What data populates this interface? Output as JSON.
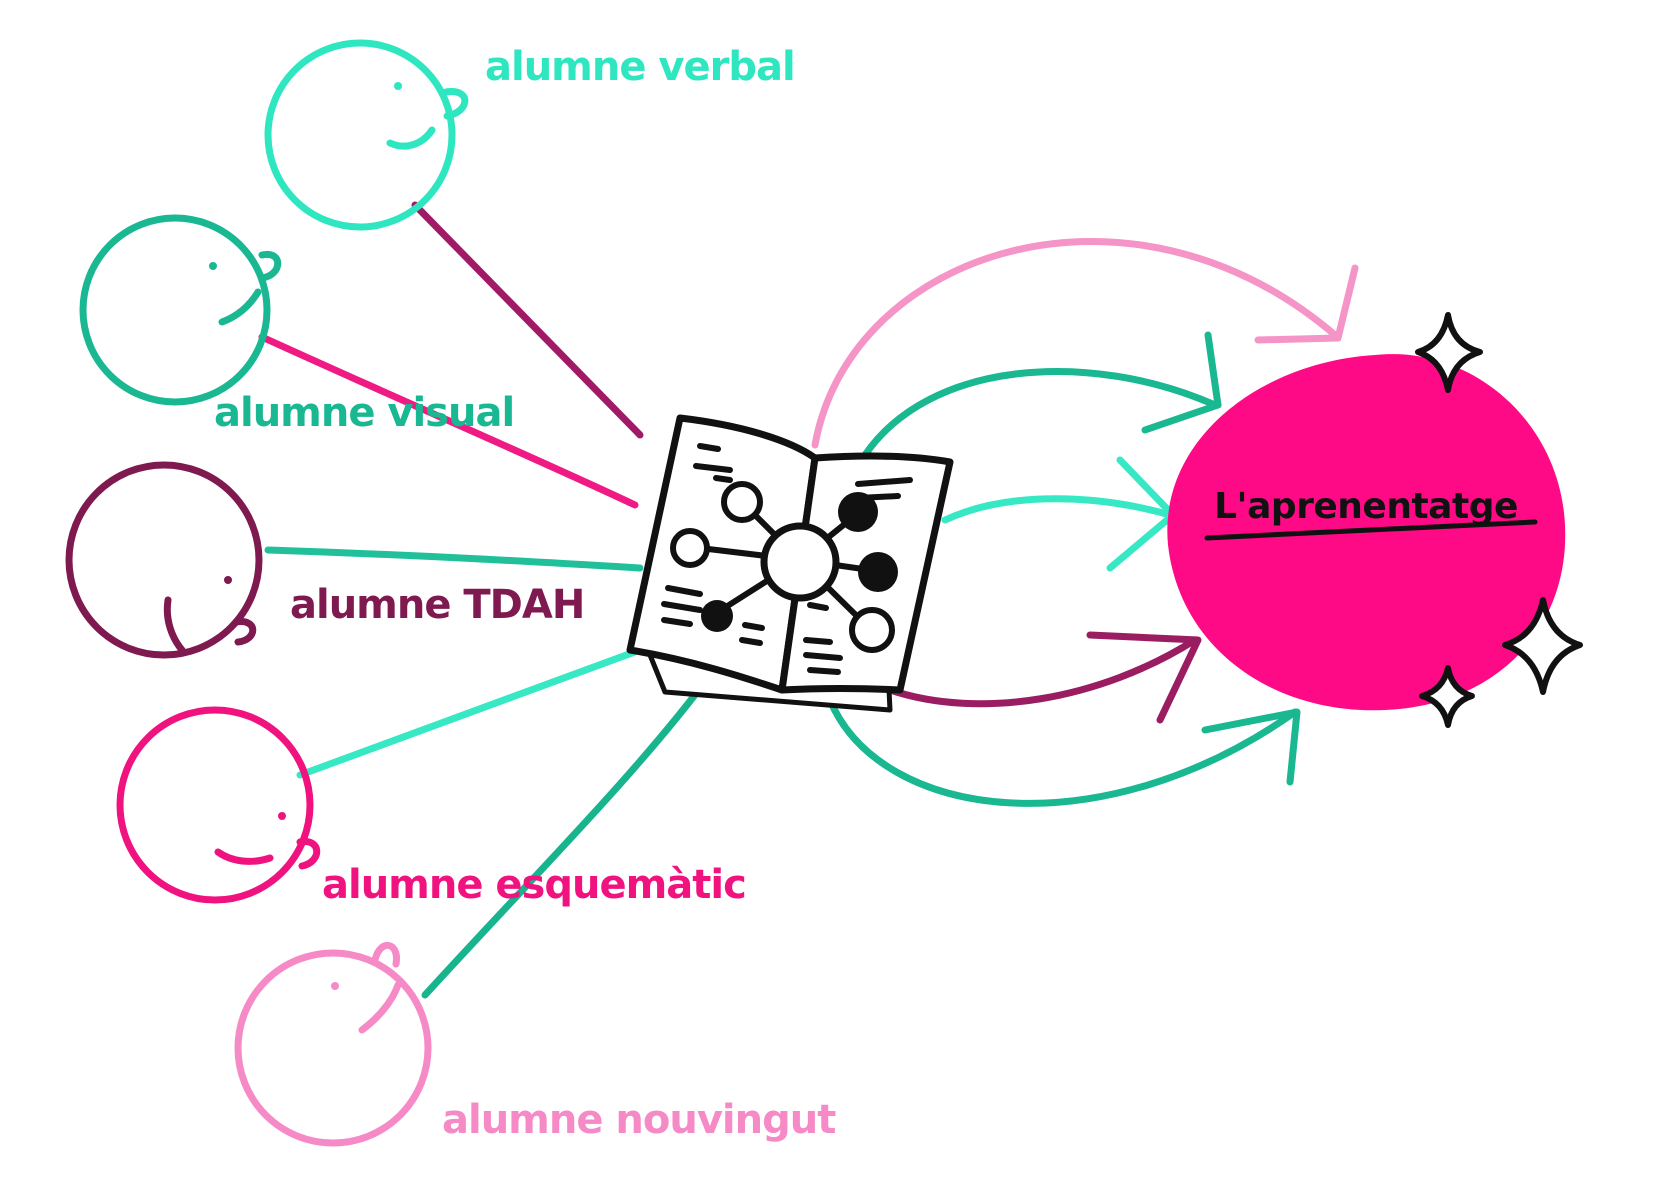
{
  "students": [
    {
      "id": "verbal",
      "label": "alumne verbal",
      "color": "#2ee6c0"
    },
    {
      "id": "visual",
      "label": "alumne visual",
      "color": "#1ab892"
    },
    {
      "id": "tdah",
      "label": "alumne TDAH",
      "color": "#7e1a4f"
    },
    {
      "id": "esquematic",
      "label": "alumne esquemàtic",
      "color": "#f0137f"
    },
    {
      "id": "nouvingut",
      "label": "alumne nouvingut",
      "color": "#f58ac6"
    }
  ],
  "target": {
    "label": "L'aprenentatge",
    "color": "#ff0a86"
  },
  "resource": {
    "icon": "mind-map-book-icon"
  },
  "colors": {
    "ink": "#111111",
    "background": "#ffffff"
  }
}
